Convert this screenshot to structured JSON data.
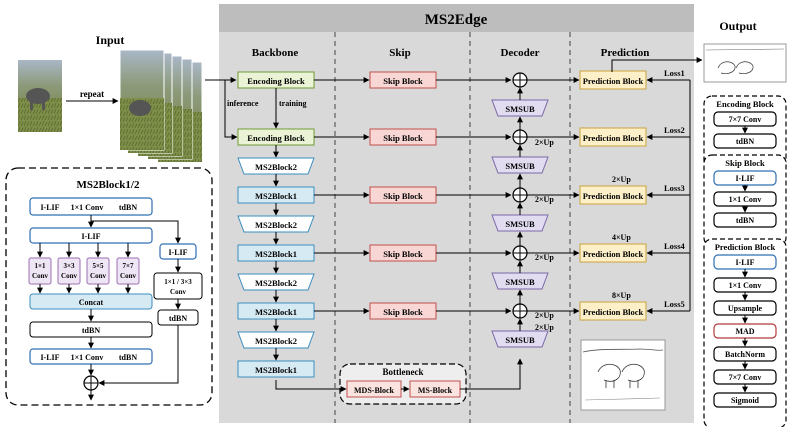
{
  "title": "MS2Edge",
  "input": {
    "label": "Input",
    "repeat": "repeat",
    "block_title": "MS2Block1/2",
    "lif_conv_bn": [
      "I-LIF",
      "1×1 Conv",
      "tdBN"
    ],
    "ilif": "I-LIF",
    "kernels": [
      [
        "1×1",
        "Conv"
      ],
      [
        "3×3",
        "Conv"
      ],
      [
        "5×5",
        "Conv"
      ],
      [
        "7×7",
        "Conv"
      ]
    ],
    "concat": "Concat",
    "tdbn": "tdBN",
    "side_ilif": "I-LIF",
    "side_conv": [
      "1×1 / 3×3",
      "Conv"
    ],
    "side_tdbn": "tdBN",
    "bottom_lif_conv_bn": [
      "I-LIF",
      "1×1 Conv",
      "tdBN"
    ]
  },
  "columns": [
    "Backbone",
    "Skip",
    "Decoder",
    "Prediction"
  ],
  "backbone": {
    "encoding": "Encoding Block",
    "inference": "inference",
    "training": "training",
    "blocks": [
      "MS2Block2",
      "MS2Block1",
      "MS2Block2",
      "MS2Block1",
      "MS2Block2",
      "MS2Block1",
      "MS2Block2",
      "MS2Block1"
    ]
  },
  "skip_label": "Skip Block",
  "smsub": "SMSUB",
  "upsample": "2×Up",
  "prediction_label": "Prediction Block",
  "pred_ups": [
    "2×Up",
    "4×Up",
    "8×Up"
  ],
  "losses": [
    "Loss1",
    "Loss2",
    "Loss3",
    "Loss4",
    "Loss5"
  ],
  "bottleneck": {
    "title": "Bottleneck",
    "mds": "MDS-Block",
    "ms": "MS-Block"
  },
  "output": {
    "label": "Output",
    "encoding": {
      "title": "Encoding Block",
      "items": [
        "7×7 Conv",
        "tdBN"
      ]
    },
    "skip": {
      "title": "Skip Block",
      "items": [
        "I-LIF",
        "1×1 Conv",
        "tdBN"
      ]
    },
    "prediction": {
      "title": "Prediction Block",
      "items": [
        "I-LIF",
        "1×1 Conv",
        "Upsample",
        "MAD",
        "BatchNorm",
        "7×7 Conv",
        "Sigmoid"
      ]
    }
  },
  "colors": {
    "gray_panel": "#d9d9d9",
    "encoding_fill": "#eaf3d6",
    "encoding_stroke": "#6f9a35",
    "ms2_fill": "#d6eaf4",
    "ms2_stroke": "#3a8dbf",
    "skip_fill": "#f7d6d3",
    "skip_stroke": "#c0504d",
    "smsub_fill": "#e2dcf0",
    "smsub_stroke": "#7a68a8",
    "pred_fill": "#fdf0c8",
    "pred_stroke": "#c9a23a",
    "lif_stroke": "#2f6fb5",
    "mad_stroke": "#b03a3a",
    "kernel_stroke": "#9b6fb3"
  }
}
